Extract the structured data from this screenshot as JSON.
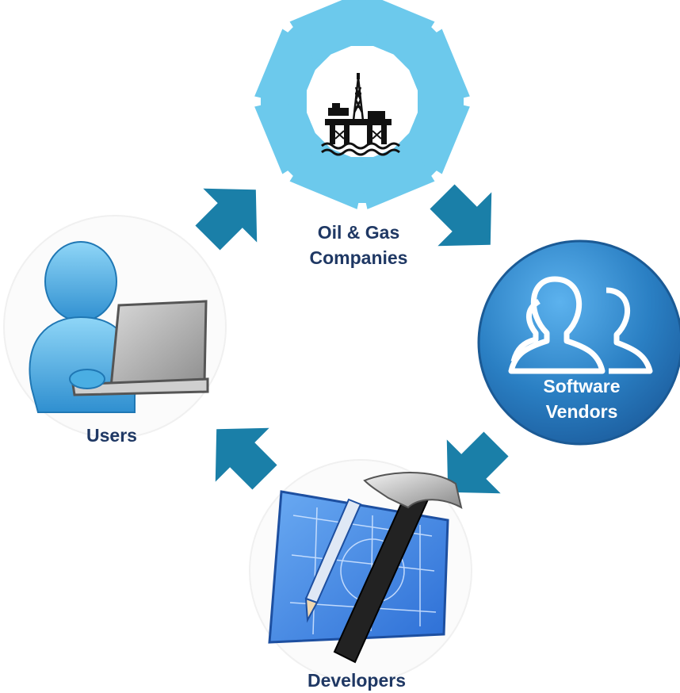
{
  "colors": {
    "label_text": "#1f3864",
    "arrow": "#1a7fa8",
    "wheel": "#6cc9ec",
    "vendor_circle": "#2a7fc3",
    "user_figure": "#4aaee3",
    "blueprint": "#3f88e0"
  },
  "nodes": {
    "oil_gas": {
      "label": "Oil & Gas Companies",
      "icon": "oil-rig-icon"
    },
    "software_vendors": {
      "label": "Software Vendors",
      "icon": "people-group-icon"
    },
    "developers": {
      "label": "Developers",
      "icon": "blueprint-hammer-icon"
    },
    "users": {
      "label": "Users",
      "icon": "user-laptop-icon"
    }
  }
}
